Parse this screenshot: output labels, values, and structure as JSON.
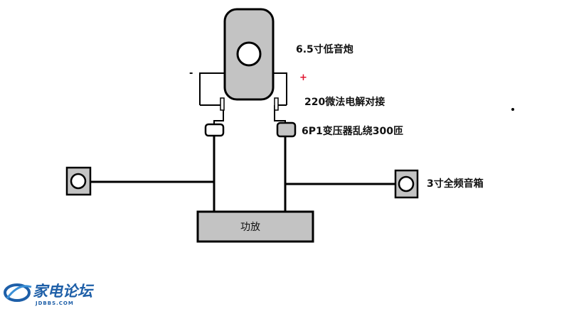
{
  "labels": {
    "woofer": "6.5寸低音炮",
    "capacitor": "220微法电解对接",
    "transformer": "6P1变压器乱绕300匝",
    "fullrange": "3寸全频音箱",
    "amplifier": "功放",
    "minus_sign": "-",
    "plus_sign": "+"
  },
  "logo": {
    "text_cn": "家电论坛",
    "text_en": "JDBBS.COM"
  },
  "colors": {
    "line": "#000000",
    "woofer_fill": "#c3c3c3",
    "amp_fill": "#c3c3c3",
    "transformer_fill": "#c3c3c3",
    "plus_sign": "#e0142e",
    "logo_blue": "#1e5fa8"
  }
}
